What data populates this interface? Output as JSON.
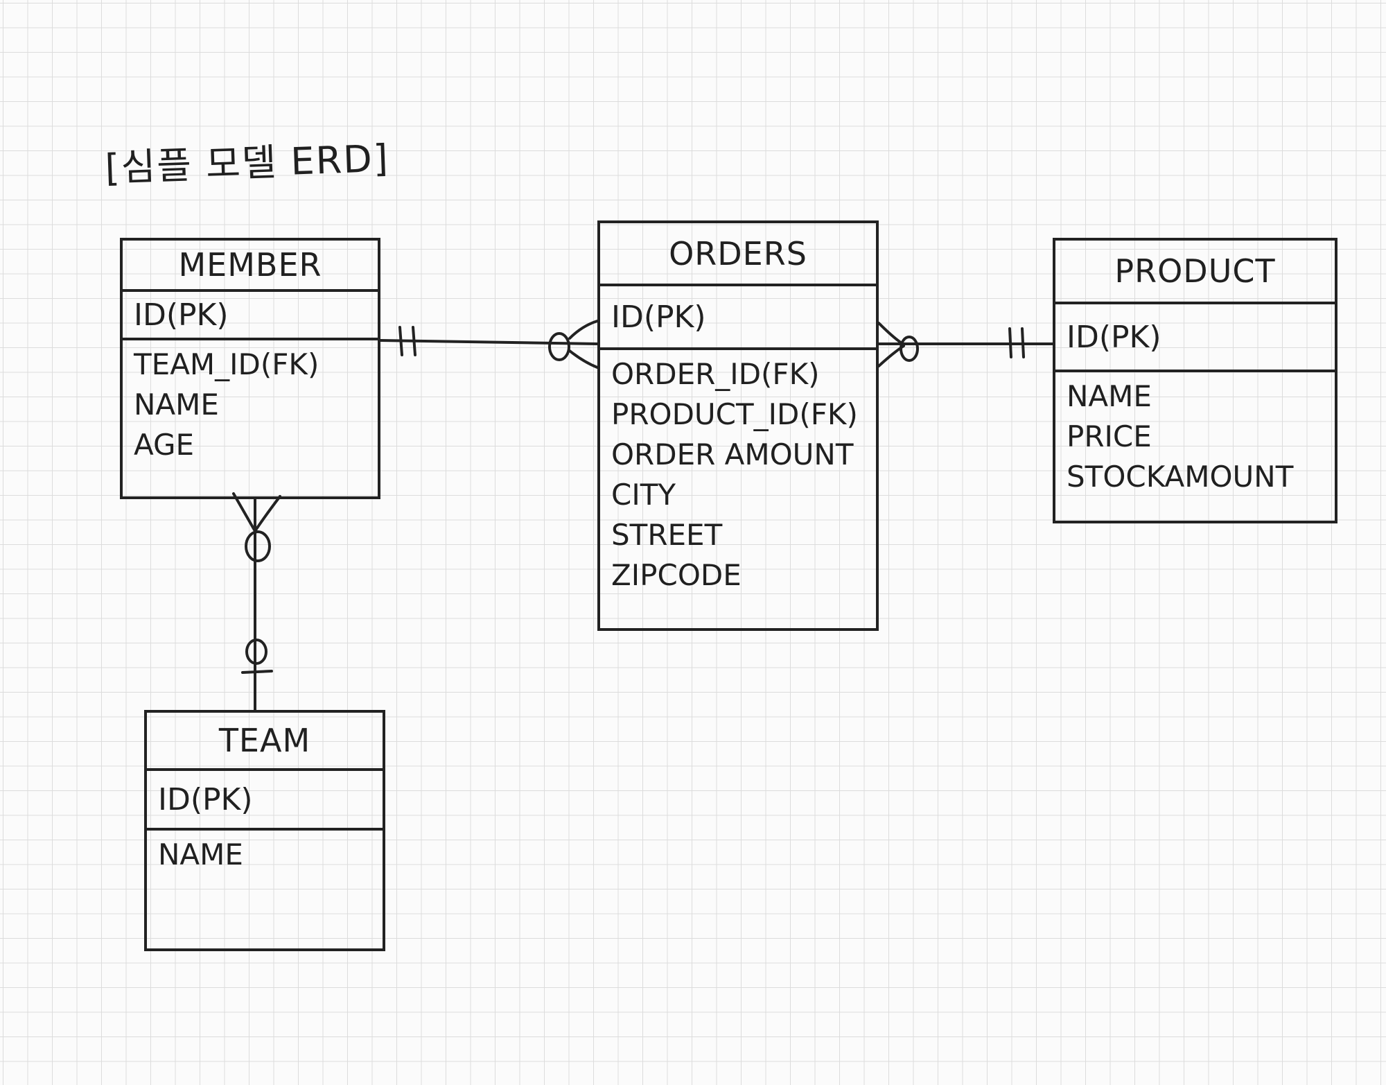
{
  "title": "[심플 모델 ERD]",
  "entities": {
    "member": {
      "name": "MEMBER",
      "pk": "ID(PK)",
      "attributes": [
        "TEAM_ID(FK)",
        "NAME",
        "AGE"
      ]
    },
    "orders": {
      "name": "ORDERS",
      "pk": "ID(PK)",
      "attributes": [
        "ORDER_ID(FK)",
        "PRODUCT_ID(FK)",
        "ORDER AMOUNT",
        "CITY",
        "STREET",
        "ZIPCODE"
      ]
    },
    "product": {
      "name": "PRODUCT",
      "pk": "ID(PK)",
      "attributes": [
        "NAME",
        "PRICE",
        "STOCKAMOUNT"
      ]
    },
    "team": {
      "name": "TEAM",
      "pk": "ID(PK)",
      "attributes": [
        "NAME"
      ]
    }
  },
  "colors": {
    "ink": "#222222",
    "grid": "#dcdcdc",
    "paper": "#fbfbfb"
  }
}
